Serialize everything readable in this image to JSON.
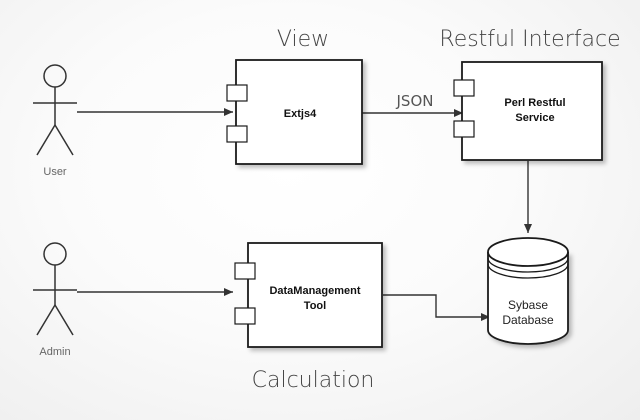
{
  "headings": {
    "view": "View",
    "restful": "Restful Interface",
    "calculation": "Calculation"
  },
  "actors": {
    "user": "User",
    "admin": "Admin"
  },
  "components": {
    "extjs": "Extjs4",
    "perl": [
      "Perl Restful",
      "Service"
    ],
    "datamanagement": [
      "DataManagement",
      "Tool"
    ]
  },
  "database": [
    "Sybase",
    "Database"
  ],
  "edges": {
    "json": "JSON"
  }
}
